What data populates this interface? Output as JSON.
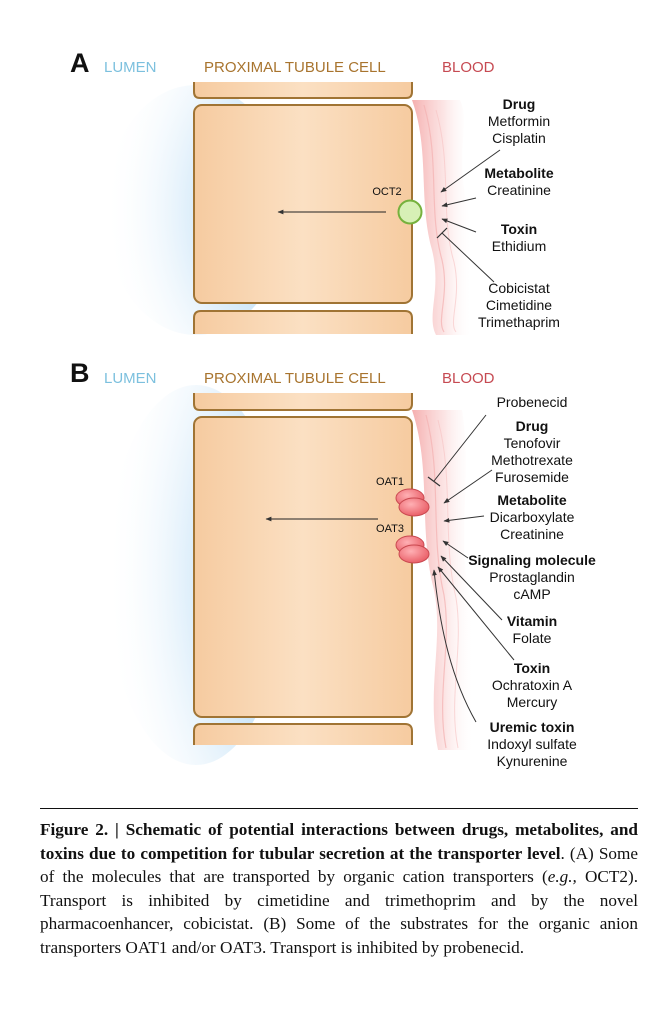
{
  "panelA": {
    "letter": "A",
    "header_lumen": "LUMEN",
    "header_cell": "PROXIMAL TUBULE CELL",
    "header_blood": "BLOOD",
    "transporter": "OCT2",
    "groups": [
      {
        "title": "Drug",
        "items": [
          "Metformin",
          "Cisplatin"
        ]
      },
      {
        "title": "Metabolite",
        "items": [
          "Creatinine"
        ]
      },
      {
        "title": "Toxin",
        "items": [
          "Ethidium"
        ]
      }
    ],
    "inhibitors": [
      "Cobicistat",
      "Cimetidine",
      "Trimethaprim"
    ]
  },
  "panelB": {
    "letter": "B",
    "header_lumen": "LUMEN",
    "header_cell": "PROXIMAL TUBULE CELL",
    "header_blood": "BLOOD",
    "transporter1": "OAT1",
    "transporter2": "OAT3",
    "inhibitor": "Probenecid",
    "groups": [
      {
        "title": "Drug",
        "items": [
          "Tenofovir",
          "Methotrexate",
          "Furosemide"
        ]
      },
      {
        "title": "Metabolite",
        "items": [
          "Dicarboxylate",
          "Creatinine"
        ]
      },
      {
        "title": "Signaling molecule",
        "items": [
          "Prostaglandin",
          "cAMP"
        ]
      },
      {
        "title": "Vitamin",
        "items": [
          "Folate"
        ]
      },
      {
        "title": "Toxin",
        "items": [
          "Ochratoxin A",
          "Mercury"
        ]
      },
      {
        "title": "Uremic toxin",
        "items": [
          "Indoxyl sulfate",
          "Kynurenine"
        ]
      }
    ]
  },
  "caption": {
    "bold": "Figure 2. | Schematic of potential interactions between drugs, metabolites, and toxins due to competition for tubular secretion at the transporter level",
    "part1": ". (A) Some of the molecules that are transported by organic cation transporters (",
    "italic": "e.g.,",
    "part2": " OCT2). Transport is inhibited by cimetidine and trimethoprim and by the novel pharmacoenhancer, cobicistat. (B) Some of the substrates for the organic anion transporters OAT1 and/or OAT3. Transport is inhibited by probenecid."
  },
  "colors": {
    "cell_fill": "#f9d3ad",
    "cell_border": "#a07434",
    "lumen_glow": "#6fb6ea",
    "blood_glow": "#f4a7a7",
    "oct2": "#d7f0b6",
    "oat": "#ee6870"
  }
}
